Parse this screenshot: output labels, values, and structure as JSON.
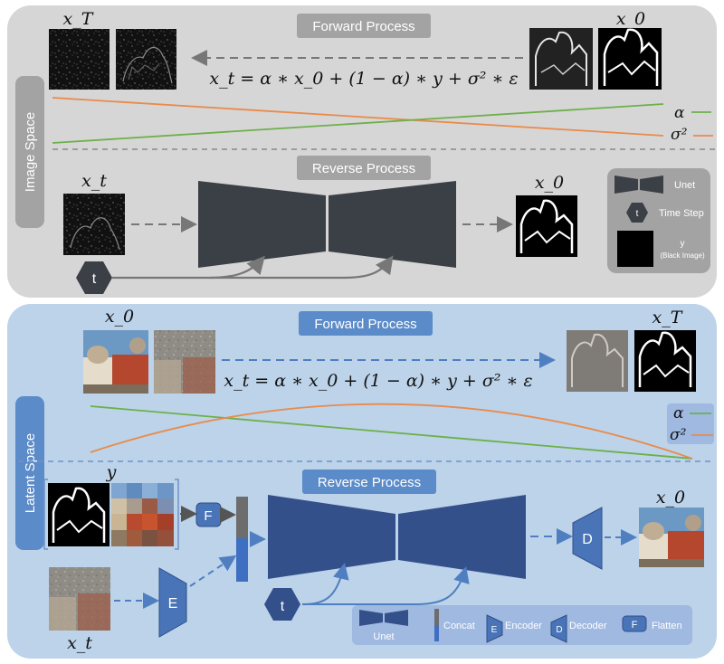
{
  "image_space": {
    "side_label": "Image Space",
    "forward": {
      "title": "Forward Process",
      "formula": "x_t = α ∗ x_0 + (1 − α) ∗ y + σ² ∗ ε",
      "label_xT": "x_T",
      "label_x0": "x_0"
    },
    "schedule": {
      "alpha": "α",
      "sigma": "σ²"
    },
    "reverse": {
      "title": "Reverse Process",
      "label_xt": "x_t",
      "label_x0": "x_0",
      "t": "t"
    },
    "legend": {
      "unet": "Unet",
      "time_step": "Time Step",
      "time_glyph": "t",
      "y_label": "y",
      "y_desc": "(Black Image)"
    }
  },
  "latent_space": {
    "side_label": "Latent Space",
    "forward": {
      "title": "Forward Process",
      "formula": "x_t = α ∗ x_0 + (1 − α) ∗ y + σ² ∗ ε",
      "label_x0": "x_0",
      "label_xT": "x_T"
    },
    "schedule": {
      "alpha": "α",
      "sigma": "σ²"
    },
    "reverse": {
      "title": "Reverse Process",
      "label_y": "y",
      "label_x0": "x_0",
      "label_xt": "x_t",
      "flatten": "F",
      "encoder": "E",
      "decoder": "D",
      "t": "t"
    },
    "legend": {
      "unet": "Unet",
      "concat": "Concat",
      "encoder_glyph": "E",
      "encoder": "Encoder",
      "decoder_glyph": "D",
      "decoder": "Decoder",
      "flatten_glyph": "F",
      "flatten": "Flatten"
    }
  },
  "colors": {
    "top_panel": "#d6d6d6",
    "bottom_panel": "#bcd3ea",
    "dark_block": "#3b3f46",
    "blue_block": "#34508a",
    "alpha_line": "#6db04a",
    "sigma_line": "#ea8a4a",
    "title_gray": "#a3a3a3",
    "title_blue": "#5b8bc9"
  }
}
